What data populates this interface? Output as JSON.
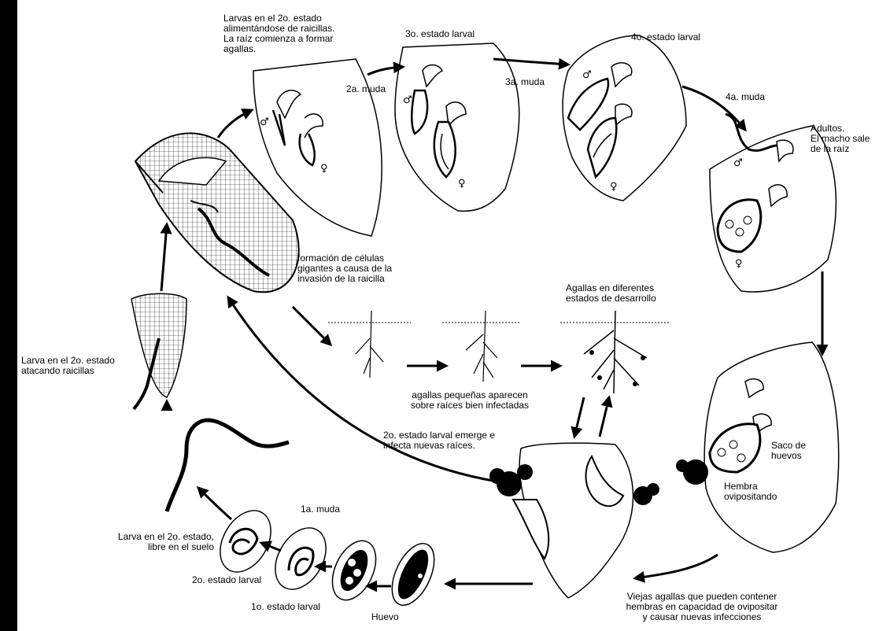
{
  "labels": {
    "larvas_alimentandose": "Larvas en el 2o. estado\nalimentándose de raicillas.\nLa raíz comienza a formar\nagallas.",
    "tercer_estado": "3o. estado larval",
    "cuarto_estado": "4o. estado larval",
    "segunda_muda": "2a. muda",
    "tercera_muda": "3a. muda",
    "cuarta_muda": "4a. muda",
    "adultos": "Adultos.\nEl macho sale\nde la raíz",
    "celulas_gigantes": "formación de células\ngigantes  a causa de la\ninvasión de la raicilla",
    "agallas_diferentes": "Agallas en diferentes\nestados de desarrollo",
    "agallas_pequenas": "agallas pequeñas aparecen\nsobre raíces bien infectadas",
    "emerge": "2o. estado larval emerge e\ninfecta nuevas raíces.",
    "larva_atacando": "Larva en el 2o. estado\natacando raicillas",
    "larva_libre": "Larva en el 2o. estado,\nlibre en el suelo",
    "primera_muda": "1a. muda",
    "segundo_estado": "2o. estado larval",
    "primer_estado": "1o. estado larval",
    "huevo": "Huevo",
    "saco": "Saco de\nhuevos",
    "hembra": "Hembra\novipositando",
    "viejas_agallas": "Viejas agallas que pueden contener\nhembras en capacidad de ovipositar\ny causar nuevas infecciones"
  },
  "symbols": {
    "male": "♂",
    "female": "♀"
  },
  "colors": {
    "ink": "#000000",
    "paper": "#ffffff",
    "border": "#000000"
  }
}
